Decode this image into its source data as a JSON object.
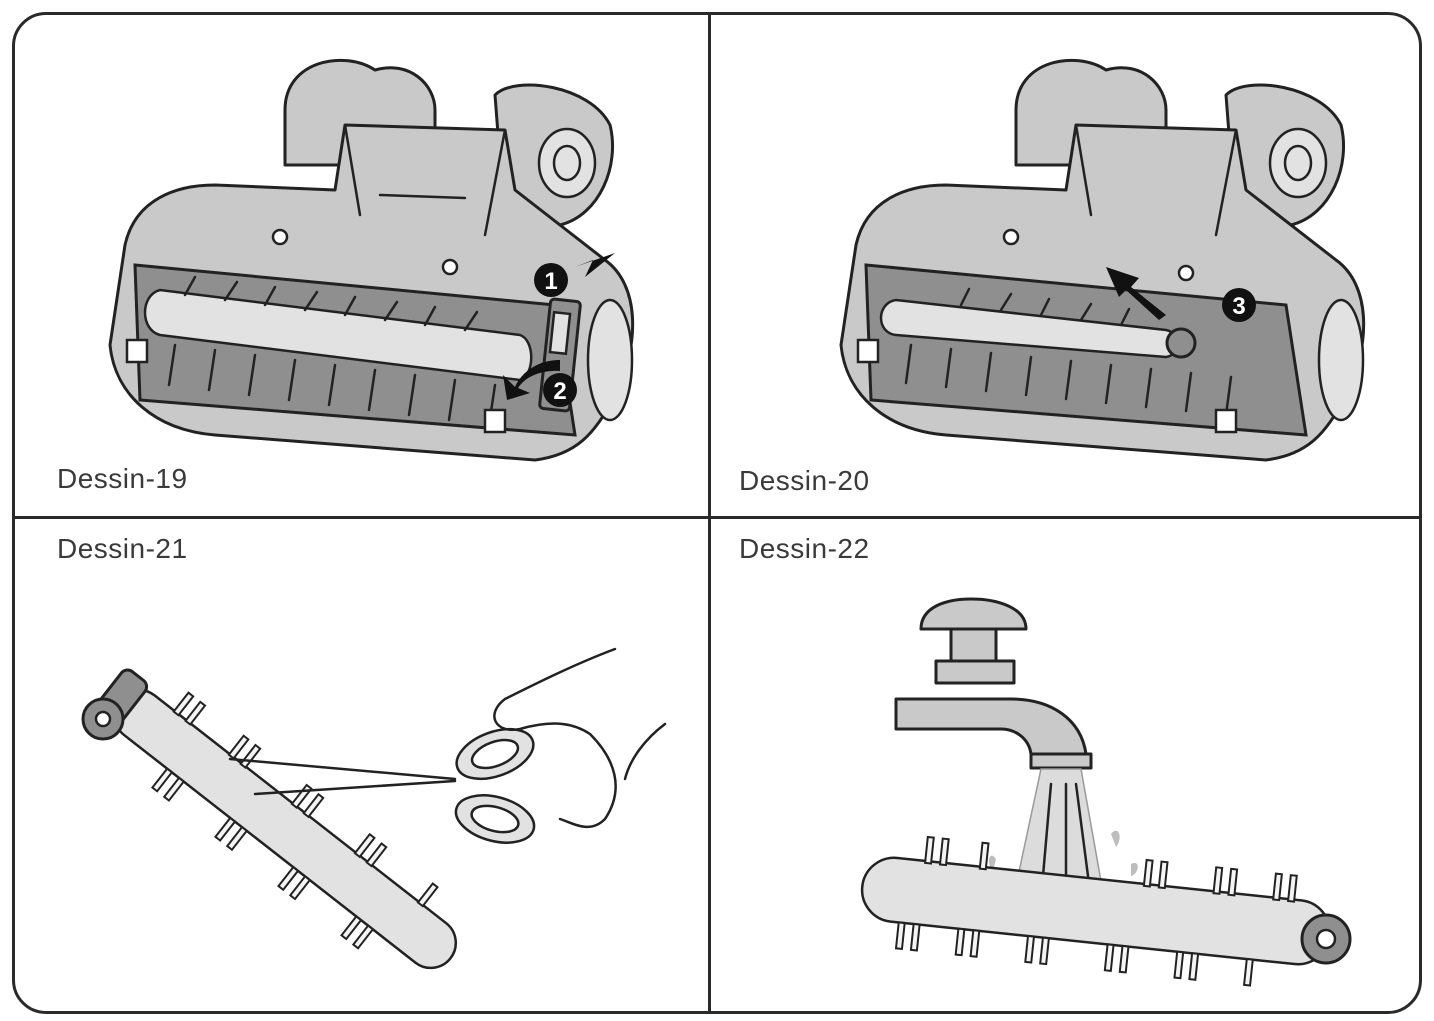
{
  "panels": {
    "p19": {
      "caption": "Dessin-19",
      "step_a": "1",
      "step_b": "2"
    },
    "p20": {
      "caption": "Dessin-20",
      "step_c": "3"
    },
    "p21": {
      "caption": "Dessin-21"
    },
    "p22": {
      "caption": "Dessin-22"
    }
  },
  "colors": {
    "frame": "#2a2a2a",
    "gray": "#c9c9c9",
    "text": "#3a3a3a"
  }
}
